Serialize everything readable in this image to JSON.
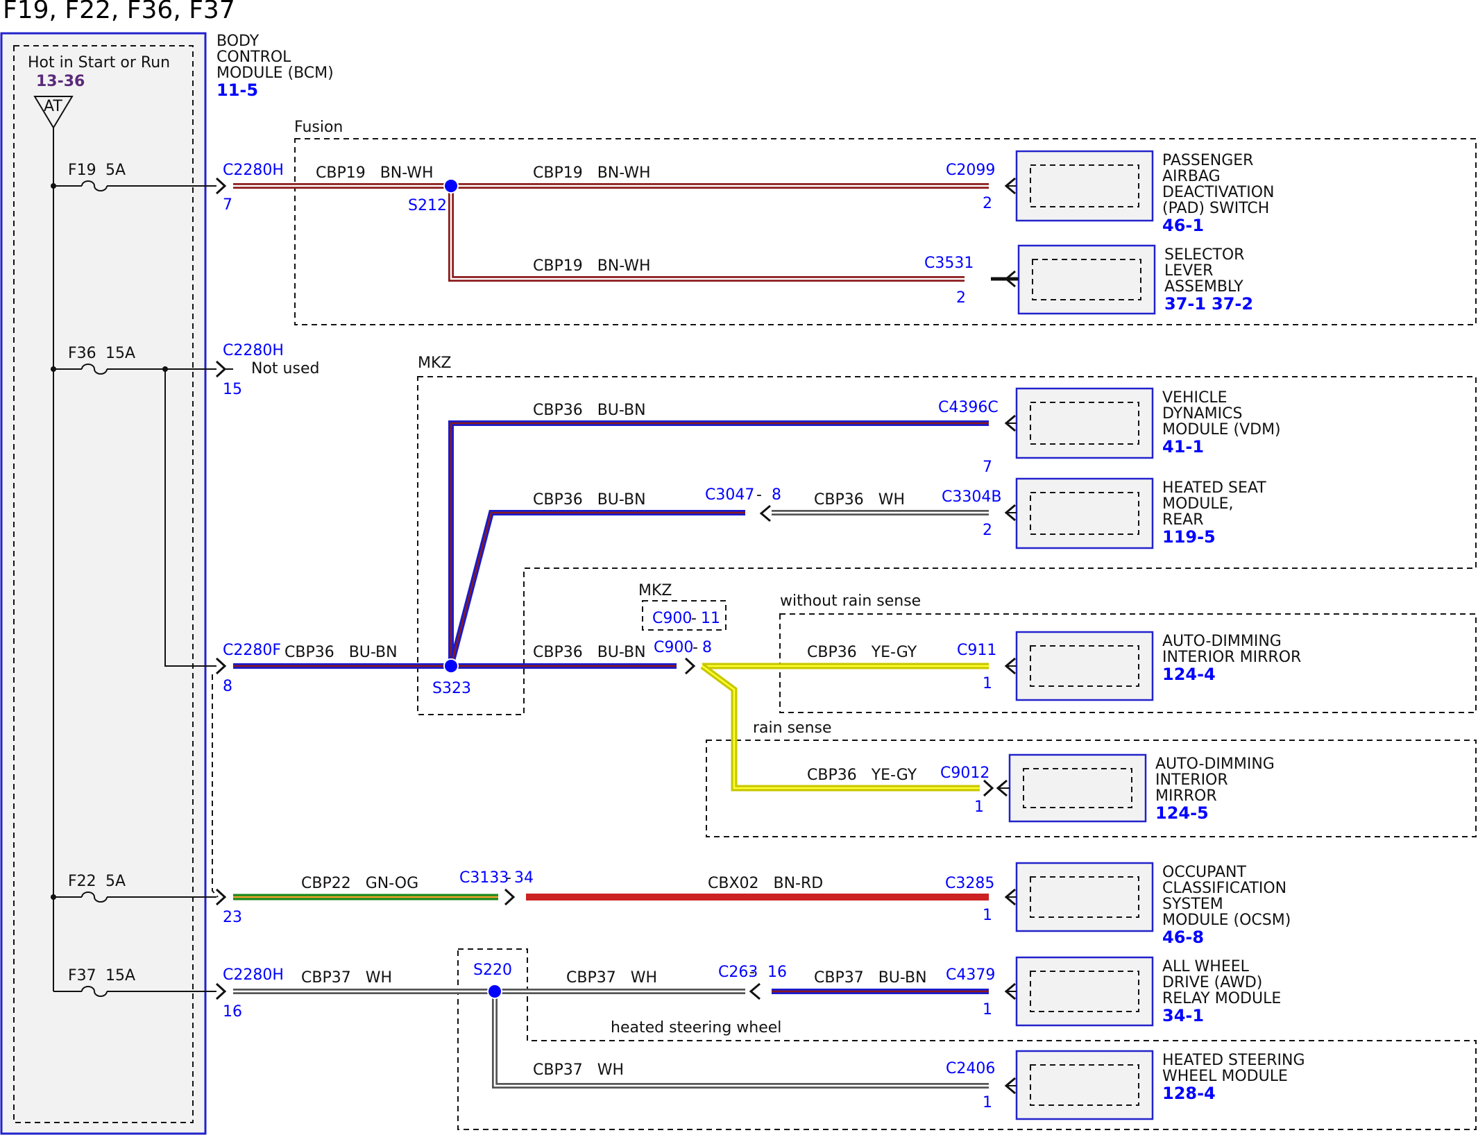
{
  "title": "F19, F22, F36, F37",
  "colors": {
    "bn_wh_outer": "#8b1a1a",
    "bu_bn_outer": "#1a1acc",
    "bu_bn_inner": "#8b1a1a",
    "ye_gy_outer": "#c8c800",
    "ye_gy_inner": "#ffff33",
    "gn_og_outer": "#1a8a1a",
    "gn_og_inner": "#f0a030",
    "bx_rd": "#cc2222",
    "wh_outer": "#555555",
    "splice": "#0000ff",
    "link": "#0000ff"
  },
  "fuse_box": {
    "heading": "Hot in Start or Run",
    "ref": "13-36",
    "symbol": "AT",
    "fuses": [
      {
        "name": "F19",
        "rating": "5A"
      },
      {
        "name": "F36",
        "rating": "15A"
      },
      {
        "name": "F22",
        "rating": "5A"
      },
      {
        "name": "F37",
        "rating": "15A"
      }
    ]
  },
  "bcm": {
    "name_lines": [
      "BODY",
      "CONTROL",
      "MODULE (BCM)"
    ],
    "ref": "11-5"
  },
  "groups": {
    "fusion": "Fusion",
    "mkz1": "MKZ",
    "mkz2": "MKZ",
    "without_rain": "without rain sense",
    "rain": "rain sense",
    "heated_wheel": "heated steering wheel"
  },
  "connectors": {
    "c2280h_f19": {
      "name": "C2280H",
      "pin": "7"
    },
    "c2280h_f36": {
      "name": "C2280H",
      "pin": "15",
      "note": "Not used"
    },
    "c2280f": {
      "name": "C2280F",
      "pin": "8"
    },
    "c2280_f22": {
      "pin": "23"
    },
    "c2280h_f37": {
      "name": "C2280H",
      "pin": "16"
    },
    "c2099": {
      "name": "C2099",
      "pin": "2"
    },
    "c3531": {
      "name": "C3531",
      "pin": "2"
    },
    "c4396c": {
      "name": "C4396C",
      "pin": "7"
    },
    "c3047": {
      "name": "C3047",
      "pin": "8"
    },
    "c3304b": {
      "name": "C3304B",
      "pin": "2"
    },
    "c900_11": {
      "name": "C900",
      "pin": "11"
    },
    "c900_8": {
      "name": "C900",
      "pin": "8"
    },
    "c911": {
      "name": "C911",
      "pin": "1"
    },
    "c9012": {
      "name": "C9012",
      "pin": "1"
    },
    "c3133": {
      "name": "C3133",
      "pin": "34"
    },
    "c3285": {
      "name": "C3285",
      "pin": "1"
    },
    "c263": {
      "name": "C263",
      "pin": "16"
    },
    "c4379": {
      "name": "C4379",
      "pin": "1"
    },
    "c2406": {
      "name": "C2406",
      "pin": "1"
    }
  },
  "splices": {
    "s212": "S212",
    "s323": "S323",
    "s220": "S220"
  },
  "wires": {
    "w1": "CBP19   BN-WH",
    "w2": "CBP19   BN-WH",
    "w3": "CBP19   BN-WH",
    "w4": "CBP36   BU-BN",
    "w5": "CBP36   BU-BN",
    "w6": "CBP36   WH",
    "w7": "CBP36   BU-BN",
    "w8": "CBP36   BU-BN",
    "w9": "CBP36   YE-GY",
    "w10": "CBP36   YE-GY",
    "w11": "CBP22   GN-OG",
    "w12": "CBX02   BN-RD",
    "w13": "CBP37   WH",
    "w14": "CBP37   WH",
    "w15": "CBP37   BU-BN",
    "w16": "CBP37   WH"
  },
  "modules": [
    {
      "lines": [
        "PASSENGER",
        "AIRBAG",
        "DEACTIVATION",
        "(PAD) SWITCH"
      ],
      "refs": [
        "46-1"
      ]
    },
    {
      "lines": [
        "SELECTOR",
        "LEVER",
        "ASSEMBLY"
      ],
      "refs": [
        "37-1",
        "37-2"
      ]
    },
    {
      "lines": [
        "VEHICLE",
        "DYNAMICS",
        "MODULE (VDM)"
      ],
      "refs": [
        "41-1"
      ]
    },
    {
      "lines": [
        "HEATED SEAT",
        "MODULE,",
        "REAR"
      ],
      "refs": [
        "119-5"
      ]
    },
    {
      "lines": [
        "AUTO-DIMMING",
        "INTERIOR MIRROR"
      ],
      "refs": [
        "124-4"
      ]
    },
    {
      "lines": [
        "AUTO-DIMMING",
        "INTERIOR",
        "MIRROR"
      ],
      "refs": [
        "124-5"
      ]
    },
    {
      "lines": [
        "OCCUPANT",
        "CLASSIFICATION",
        "SYSTEM",
        "MODULE (OCSM)"
      ],
      "refs": [
        "46-8"
      ]
    },
    {
      "lines": [
        "ALL WHEEL",
        "DRIVE (AWD)",
        "RELAY MODULE"
      ],
      "refs": [
        "34-1"
      ]
    },
    {
      "lines": [
        "HEATED STEERING",
        "WHEEL MODULE"
      ],
      "refs": [
        "128-4"
      ]
    }
  ]
}
